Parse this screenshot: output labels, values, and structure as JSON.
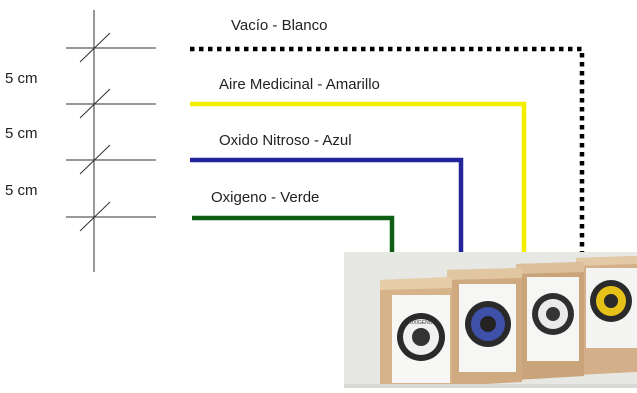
{
  "spacing_labels": [
    "5 cm",
    "5 cm",
    "5 cm"
  ],
  "gas_lines": [
    {
      "label": "Vacío - Blanco",
      "color": "#000000",
      "style": "dotted"
    },
    {
      "label": "Aire Medicinal - Amarillo",
      "color": "#f2ee00",
      "style": "solid"
    },
    {
      "label": "Oxido Nitroso - Azul",
      "color": "#23239a",
      "style": "solid"
    },
    {
      "label": "Oxigeno - Verde",
      "color": "#0e5e14",
      "style": "solid"
    }
  ],
  "outlets": [
    {
      "ring": "#f0f0f0",
      "label": "OXIGENO"
    },
    {
      "ring": "#3f50a8",
      "label": ""
    },
    {
      "ring": "#eaeaea",
      "label": ""
    },
    {
      "ring": "#e6c219",
      "label": ""
    }
  ]
}
